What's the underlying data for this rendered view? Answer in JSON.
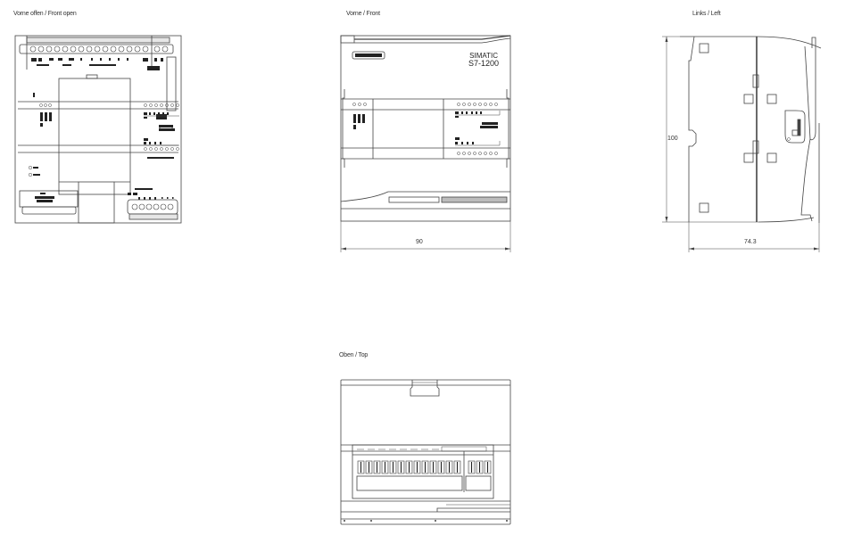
{
  "views": {
    "front_open": {
      "label": "Vorne offen / Front open"
    },
    "front": {
      "label": "Vorne / Front",
      "brand_line1": "SIMATIC",
      "brand_line2": "S7-1200",
      "width_dim": "90"
    },
    "left": {
      "label": "Links / Left",
      "height_dim": "100",
      "depth_dim": "74.3"
    },
    "top": {
      "label": "Oben / Top"
    }
  },
  "colors": {
    "line": "#444444",
    "fill_gray": "#d8d8d8",
    "background": "#ffffff"
  }
}
